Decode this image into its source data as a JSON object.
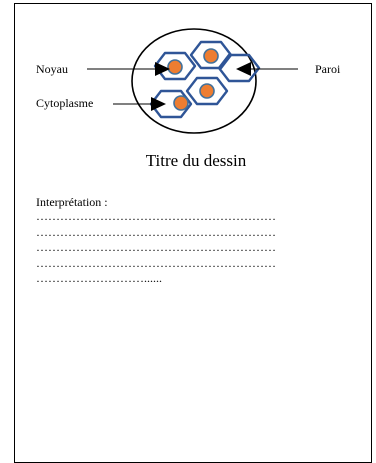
{
  "drawing": {
    "labels": {
      "noyau": "Noyau",
      "paroi": "Paroi",
      "cytoplasme": "Cytoplasme"
    },
    "colors": {
      "cell_wall": "#2f5597",
      "nucleus_fill": "#ed7d31",
      "nucleus_stroke": "#41719c",
      "outline": "#000000"
    }
  },
  "title": "Titre du dessin",
  "interpretation": {
    "heading": "Interprétation :",
    "lines": [
      "……………………………………………………",
      "……………………………………………………",
      "……………………………………………………",
      "……………………………………………………",
      "………………………......"
    ]
  }
}
